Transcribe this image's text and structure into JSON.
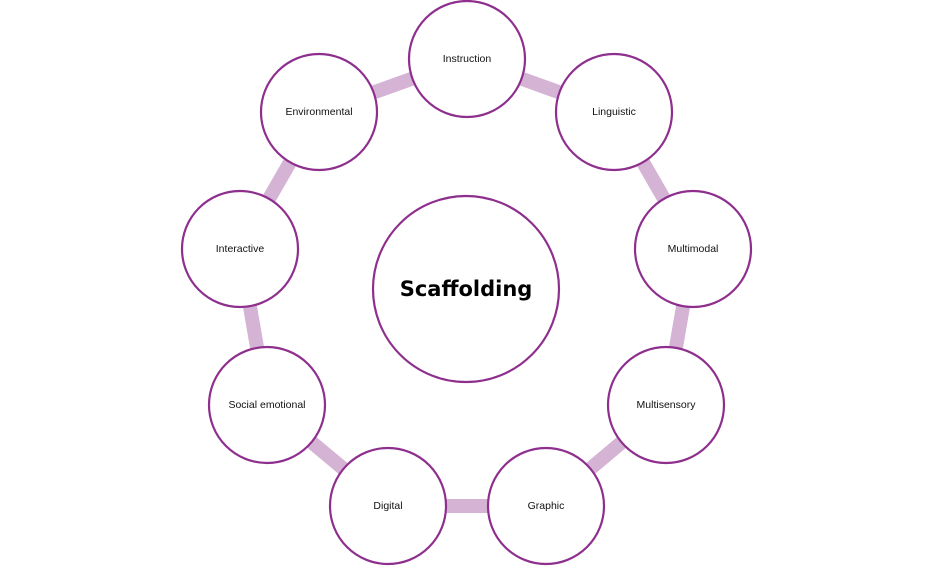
{
  "diagram": {
    "center": {
      "label": "Scaffolding"
    },
    "nodes": [
      {
        "id": "instruction",
        "label": "Instruction"
      },
      {
        "id": "linguistic",
        "label": "Linguistic"
      },
      {
        "id": "multimodal",
        "label": "Multimodal"
      },
      {
        "id": "multisensory",
        "label": "Multisensory"
      },
      {
        "id": "graphic",
        "label": "Graphic"
      },
      {
        "id": "digital",
        "label": "Digital"
      },
      {
        "id": "social-emotional",
        "label": "Social emotional"
      },
      {
        "id": "interactive",
        "label": "Interactive"
      },
      {
        "id": "environmental",
        "label": "Environmental"
      }
    ],
    "colors": {
      "node_stroke": "#8e2f8e",
      "ring": "#d5b3d5",
      "fill": "#ffffff"
    }
  }
}
